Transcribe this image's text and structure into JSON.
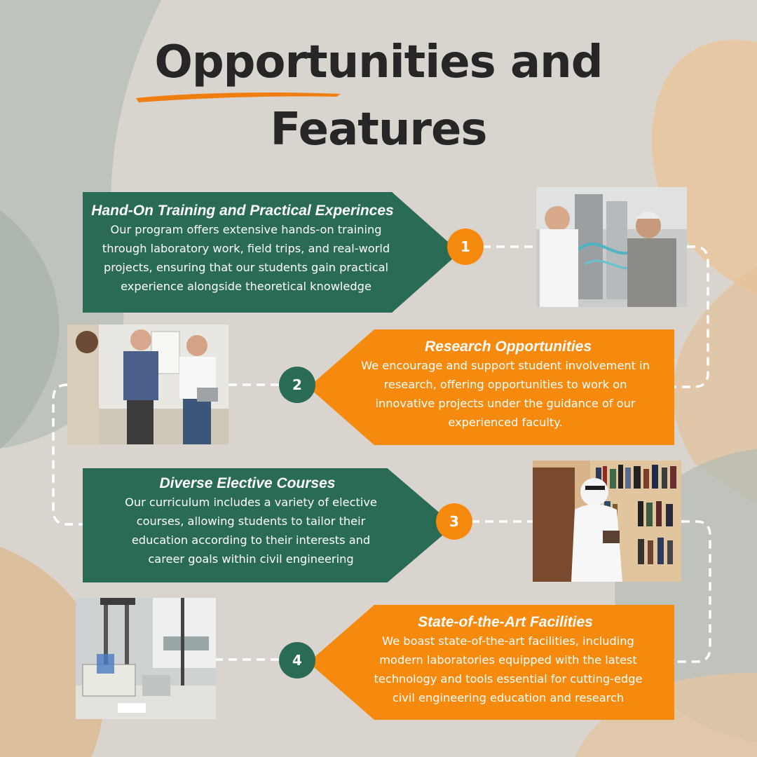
{
  "title": {
    "line1": "Opportunities and",
    "line2": "Features"
  },
  "features": [
    {
      "number": "1",
      "heading": "Hand-On Training and Practical Experinces",
      "body": "Our program offers extensive hands-on training\nthrough laboratory work, field trips, and real-world\nprojects, ensuring that our students gain practical\nexperience alongside theoretical knowledge"
    },
    {
      "number": "2",
      "heading": "Research Opportunities",
      "body": "We encourage and support student involvement in\nresearch, offering opportunities to work on\ninnovative projects under the guidance of our\nexperienced faculty."
    },
    {
      "number": "3",
      "heading": "Diverse Elective Courses",
      "body": "Our curriculum includes a variety of elective\ncourses, allowing students to tailor their\neducation according to their interests and\ncareer goals within civil engineering"
    },
    {
      "number": "4",
      "heading": "State-of-the-Art Facilities",
      "body": "We boast state-of-the-art facilities, including\nmodern laboratories equipped with the latest\ntechnology and tools essential for cutting-edge\ncivil engineering education and research"
    }
  ],
  "colors": {
    "green": "#2a6b55",
    "orange": "#f58a0f",
    "background": "#d9d5ce",
    "title": "#262626"
  }
}
